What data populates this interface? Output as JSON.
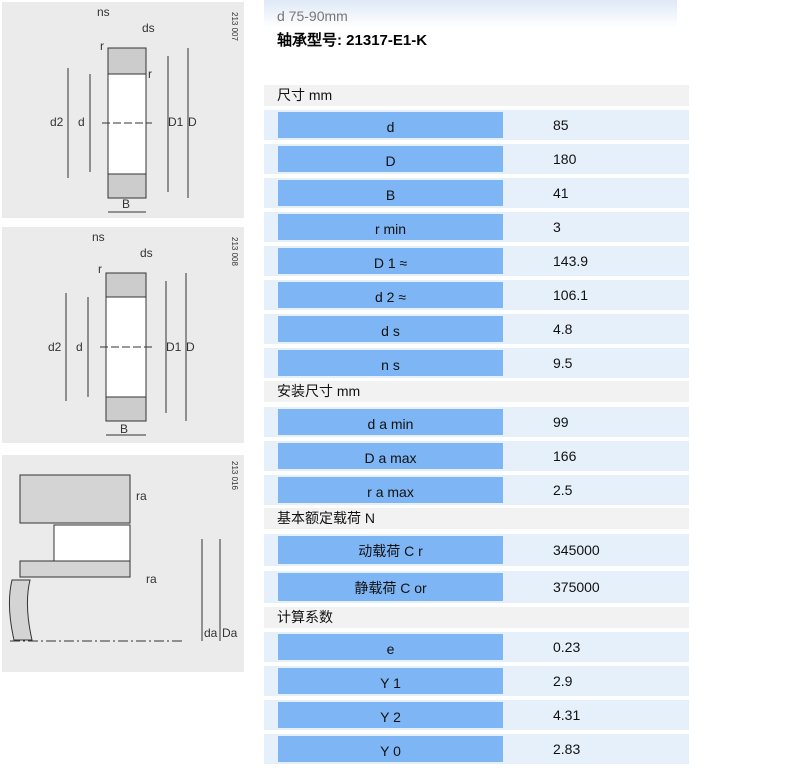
{
  "header": {
    "subtitle": "d 75-90mm",
    "title": "轴承型号: 21317-E1-K"
  },
  "figures": [
    {
      "code": "213 007",
      "labels": [
        "ns",
        "ds",
        "r",
        "r",
        "d2",
        "d",
        "D1",
        "D",
        "B"
      ]
    },
    {
      "code": "213 008",
      "labels": [
        "ns",
        "ds",
        "r",
        "d2",
        "d",
        "D1",
        "D",
        "B"
      ]
    },
    {
      "code": "213 016",
      "labels": [
        "ra",
        "ra",
        "da",
        "Da"
      ]
    }
  ],
  "sections": [
    {
      "title": "尺寸 mm",
      "rows": [
        {
          "k": "d",
          "v": "85"
        },
        {
          "k": "D",
          "v": "180"
        },
        {
          "k": "B",
          "v": "41"
        },
        {
          "k": "r min",
          "v": "3"
        },
        {
          "k": "D 1 ≈",
          "v": "143.9"
        },
        {
          "k": "d 2 ≈",
          "v": "106.1"
        },
        {
          "k": "d s",
          "v": "4.8"
        },
        {
          "k": "n s",
          "v": "9.5"
        }
      ]
    },
    {
      "title": "安装尺寸 mm",
      "rows": [
        {
          "k": "d a min",
          "v": "99"
        },
        {
          "k": "D a max",
          "v": "166"
        },
        {
          "k": "r a max",
          "v": "2.5"
        }
      ]
    },
    {
      "title": "基本额定载荷 N",
      "rows": [
        {
          "k": "动载荷 C r",
          "v": "345000"
        },
        {
          "k": "静载荷 C or",
          "v": "375000"
        }
      ]
    },
    {
      "title": "计算系数",
      "rows": [
        {
          "k": "e",
          "v": "0.23"
        },
        {
          "k": "Y 1",
          "v": "2.9"
        },
        {
          "k": "Y 2",
          "v": "4.31"
        },
        {
          "k": "Y 0",
          "v": "2.83"
        }
      ]
    }
  ]
}
